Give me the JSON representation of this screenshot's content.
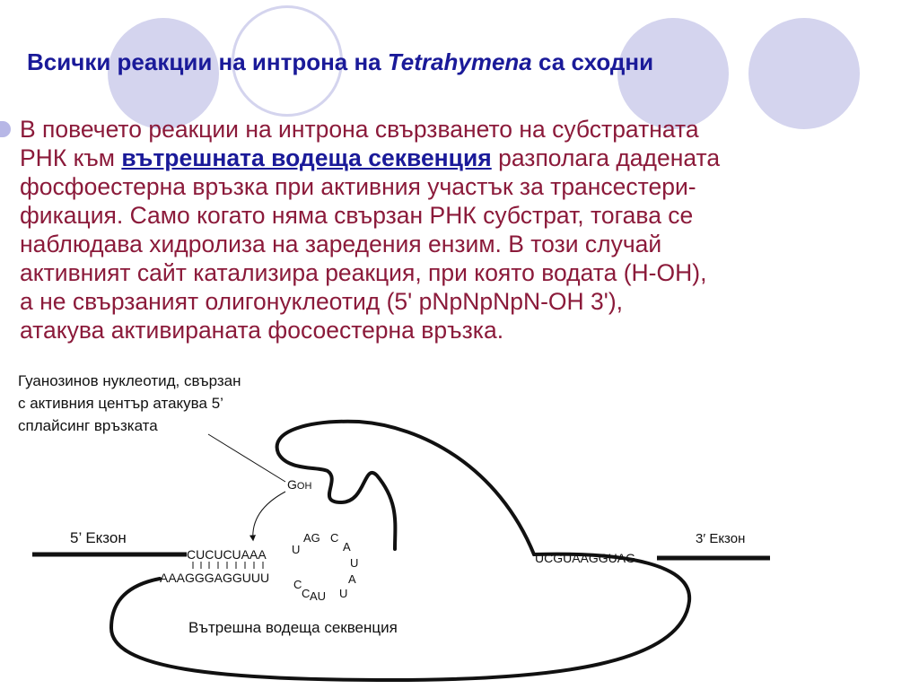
{
  "title": {
    "before": "Всички реакции на интрона на",
    "italic": "Tetrahymena",
    "after": "са сходни"
  },
  "paragraph": {
    "line1": "В повечето реакции на интрона свързването на субстратната",
    "line2_before": "РНК към",
    "line2_highlight": "вътрешната водеща секвенция",
    "line2_after": "разполага дадената",
    "line3": "фосфоестерна връзка при активния участък за трансестери-",
    "line4": "фикация. Само когато няма свързан РНК субстрат, тогава се",
    "line5": "наблюдава хидролиза на заредения ензим. В този случай",
    "line6": "активният сайт катализира реакция, при която водата (H-OH),",
    "line7": "а не свързаният олигонуклеотид (5' pNpNpNpN-OH 3'),",
    "line8": "атакува активираната фосоестерна връзка."
  },
  "diagram": {
    "caption_line1": "Гуанозинов нуклеотид, свързан",
    "caption_line2": "с активния център атакува 5’",
    "caption_line3": "сплайсинг връзката",
    "g_main": "G",
    "g_sub": "OH",
    "exon5_label": "5’ Екзон",
    "exon3_label": "3′ Екзон",
    "top_strand": "CUCUCUAAA",
    "bottom_strand": "AAAGGGAGGUUU",
    "loop_left": "U",
    "loop_AG": "AG",
    "loop_C_top": "C",
    "loop_A1": "A",
    "loop_U1": "U",
    "loop_A2": "A",
    "loop_U2": "U",
    "loop_AU": "AU",
    "loop_C1": "C",
    "loop_C2": "C",
    "exon3_seq": "UCGUAAGGUAG",
    "igs_label": "Вътрешна водеща секвенция"
  }
}
